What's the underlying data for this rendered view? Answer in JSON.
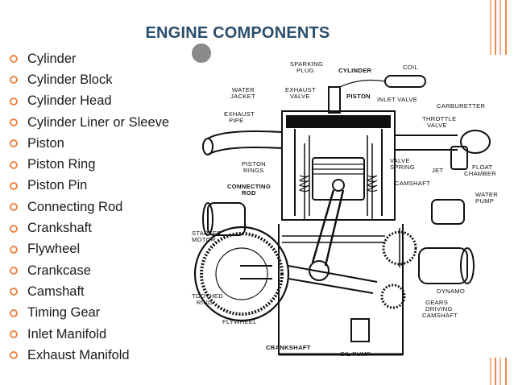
{
  "title": "ENGINE COMPONENTS",
  "components": [
    "Cylinder",
    "Cylinder Block",
    "Cylinder Head",
    "Cylinder Liner or Sleeve",
    "Piston",
    "Piston Ring",
    "Piston Pin",
    "Connecting Rod",
    "Crankshaft",
    "Flywheel",
    "Crankcase",
    "Camshaft",
    "Timing Gear",
    "Inlet Manifold",
    "Exhaust Manifold"
  ],
  "diagram": {
    "labels": {
      "sparking_plug_1": "SPARKING",
      "sparking_plug_2": "PLUG",
      "cylinder": "CYLINDER",
      "coil": "COIL",
      "water_jacket_1": "WATER",
      "water_jacket_2": "JACKET",
      "exhaust_valve_1": "EXHAUST",
      "exhaust_valve_2": "VALVE",
      "piston": "PISTON",
      "inlet_valve": "INLET VALVE",
      "carburetter": "CARBURETTER",
      "exhaust_pipe_1": "EXHAUST",
      "exhaust_pipe_2": "PIPE",
      "throttle_valve_1": "THROTTLE",
      "throttle_valve_2": "VALVE",
      "piston_rings_1": "PISTON",
      "piston_rings_2": "RINGS",
      "valve_spring_1": "VALVE",
      "valve_spring_2": "SPRING",
      "jet": "JET",
      "float_chamber_1": "FLOAT",
      "float_chamber_2": "CHAMBER",
      "connecting_rod_1": "CONNECTING",
      "connecting_rod_2": "ROD",
      "camshaft": "CAMSHAFT",
      "water_pump_1": "WATER",
      "water_pump_2": "PUMP",
      "starter_motor_1": "STARTER",
      "starter_motor_2": "MOTOR",
      "dynamo": "DYNAMO",
      "toothed_ring_1": "TOOTHED",
      "toothed_ring_2": "RING",
      "gears_1": "GEARS",
      "gears_2": "DRIVING",
      "gears_3": "CAMSHAFT",
      "flywheel": "FLYWHEEL",
      "crankshaft": "CRANKSHAFT",
      "oil_pump": "OIL PUMP"
    }
  },
  "colors": {
    "title": "#2b4e6b",
    "bullet": "#e8874a",
    "deco_a": "#e8874a",
    "deco_b": "#f2b48a"
  }
}
